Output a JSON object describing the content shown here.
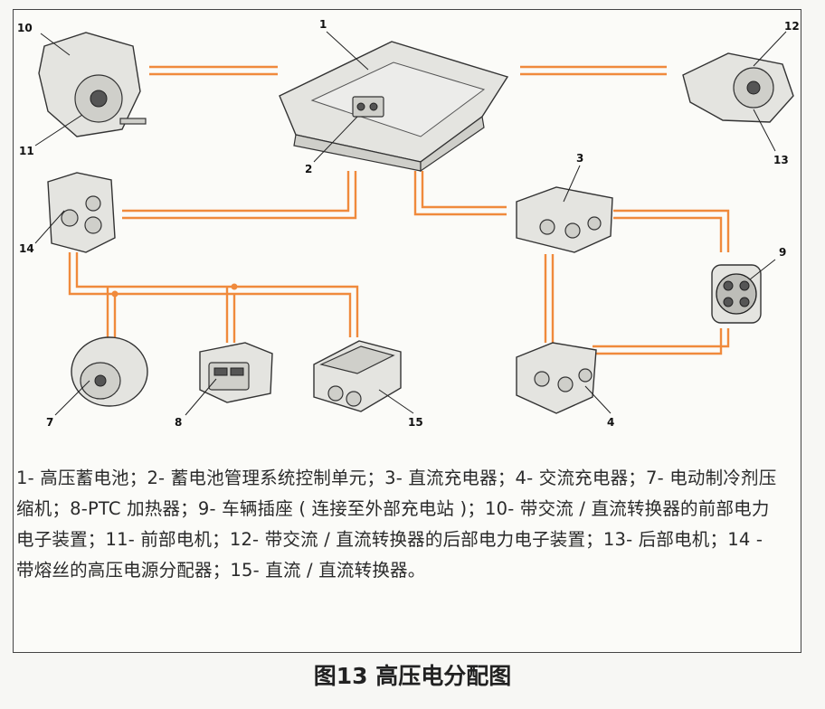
{
  "diagram": {
    "labels": {
      "n1": "1",
      "n2": "2",
      "n3": "3",
      "n4": "4",
      "n7": "7",
      "n8": "8",
      "n9": "9",
      "n10": "10",
      "n11": "11",
      "n12": "12",
      "n13": "13",
      "n14": "14",
      "n15": "15"
    },
    "colors": {
      "wire": "#f08a3c",
      "frame": "#444444"
    }
  },
  "legend": {
    "text": "1- 高压蓄电池；2- 蓄电池管理系统控制单元；3- 直流充电器；4- 交流充电器；7- 电动制冷剂压缩机；8-PTC 加热器；9- 车辆插座 ( 连接至外部充电站 )；10- 带交流 / 直流转换器的前部电力电子装置；11- 前部电机；12- 带交流 / 直流转换器的后部电力电子装置；13- 后部电机；14 - 带熔丝的高压电源分配器；15- 直流 / 直流转换器。"
  },
  "caption": "图13 高压电分配图"
}
